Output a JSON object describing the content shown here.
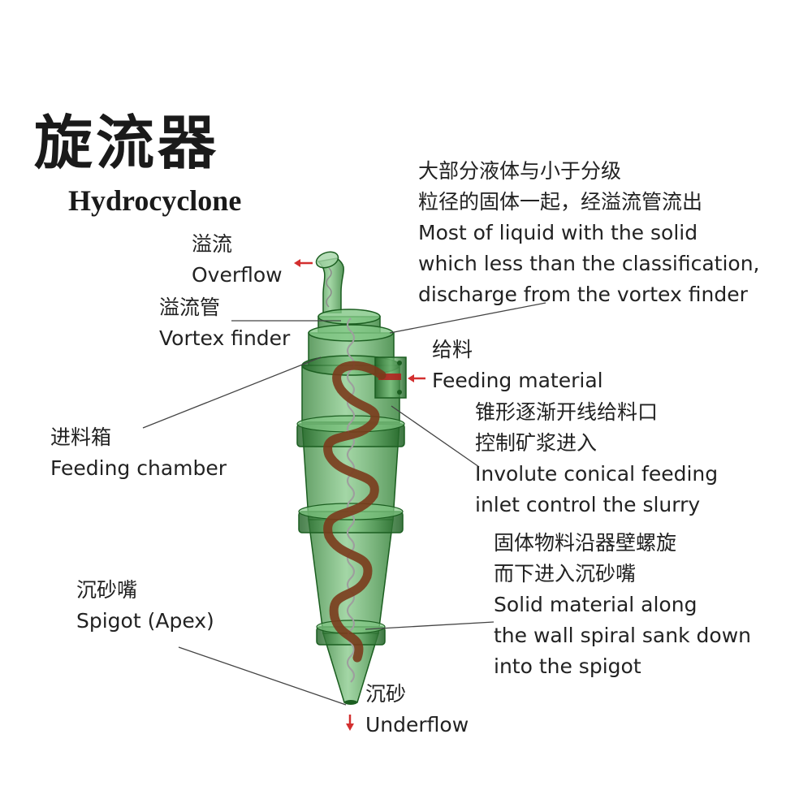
{
  "title": {
    "cn": "旋流器",
    "en": "Hydrocyclone"
  },
  "labels": {
    "overflow": {
      "cn": "溢流",
      "en": "Overflow"
    },
    "vortex_finder": {
      "cn": "溢流管",
      "en": "Vortex finder"
    },
    "feeding_chamber": {
      "cn": "进料箱",
      "en": "Feeding chamber"
    },
    "spigot": {
      "cn": "沉砂嘴",
      "en": "Spigot (Apex)"
    },
    "underflow": {
      "cn": "沉砂",
      "en": "Underflow"
    },
    "feeding_material": {
      "cn": "给料",
      "en": "Feeding material"
    },
    "discharge_note": {
      "cn1": "大部分液体与小于分级",
      "cn2": "粒径的固体一起，经溢流管流出",
      "en1": "Most of liquid with the solid",
      "en2": "which less than the classification,",
      "en3": "discharge from the vortex finder"
    },
    "inlet_note": {
      "cn1": "锥形逐渐开线给料口",
      "cn2": "控制矿浆进入",
      "en1": "Involute conical feeding",
      "en2": "inlet control the slurry"
    },
    "solid_note": {
      "cn1": "固体物料沿器壁螺旋",
      "cn2": "而下进入沉砂嘴",
      "en1": "Solid material along",
      "en2": "the wall spiral sank down",
      "en3": "into the spigot"
    }
  },
  "colors": {
    "body_green": "#4caf50",
    "body_dark": "#2e7d32",
    "spiral_brown": "#7a3b1c",
    "arrow_red": "#d32f2f",
    "leader_line": "#444444"
  }
}
